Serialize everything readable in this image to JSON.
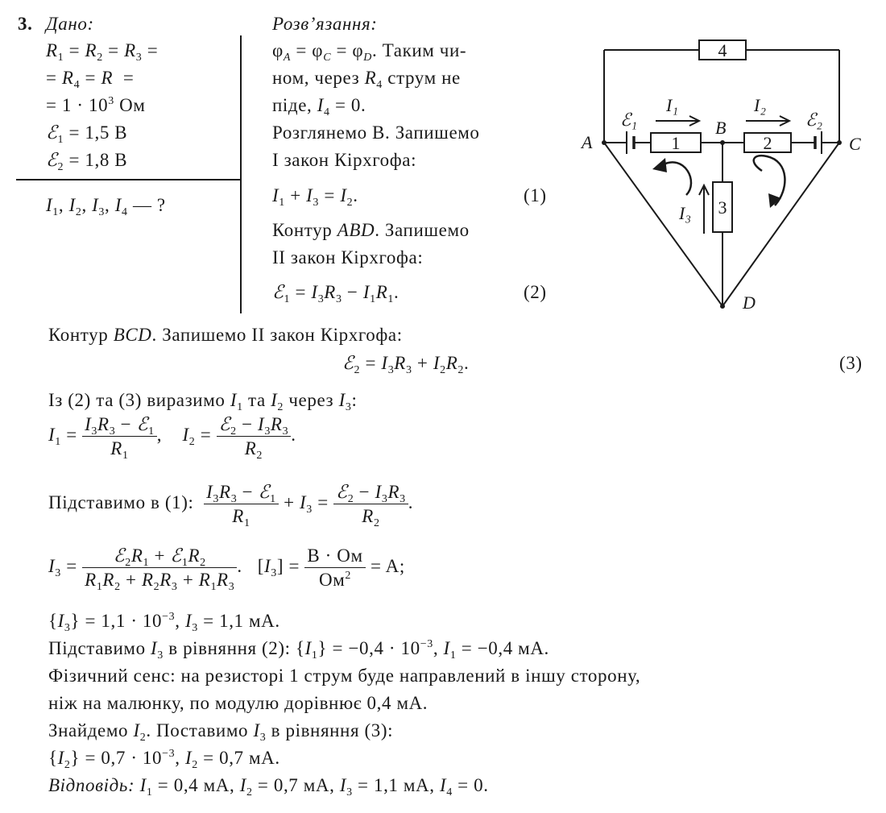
{
  "problem_number": "3.",
  "given": {
    "title": "Дано:",
    "lines": [
      "R₁ = R₂ = R₃ =",
      "= R₄ = R =",
      "= 1 · 10³ Ом",
      "ℰ₁ = 1,5 В",
      "ℰ₂ = 1,8 В"
    ],
    "find": "I₁, I₂, I₃, I₄ — ?"
  },
  "solution": {
    "title": "Розв’язання:",
    "lines": [
      "φA = φC = φD. Таким чи-",
      "ном, через R₄ струм не",
      "піде, I₄ = 0.",
      "Розглянемо B. Запишемо",
      "I закон Кірхгофа:"
    ],
    "eq1": "I₁ + I₃ = I₂.",
    "eq1_num": "(1)",
    "contour_abd": "Контур ABD. Запишемо",
    "law2_line": "II закон Кірхгофа:",
    "eq2": "ℰ₁ = I₃R₃ − I₁R₁.",
    "eq2_num": "(2)",
    "contour_bcd": "Контур BCD. Запишемо II закон Кірхгофа:",
    "eq3": "ℰ₂ = I₃R₃ + I₂R₂.",
    "eq3_num": "(3)",
    "express_line": "Із (2) та (3) виразимо I₁ та I₂ через I₃:",
    "i1_expr": "I₁ = (I₃R₃ − ℰ₁) / R₁",
    "i2_expr": "I₂ = (ℰ₂ − I₃R₃) / R₂",
    "substitute_label": "Підставимо в (1):",
    "substitute_expr": "(I₃R₃ − ℰ₁)/R₁ + I₃ = (ℰ₂ − I₃R₃)/R₂",
    "i3_expr": "I₃ = (ℰ₂R₁ + ℰ₁R₂) / (R₁R₂ + R₂R₃ + R₁R₃)",
    "units_expr": "[I₃] = В · Ом / Ом² = A;",
    "i3_value": "{I₃} = 1,1 · 10⁻³, I₃ = 1,1 мА.",
    "sub_i3": "Підставимо I₃ в рівняння (2): {I₁} = −0,4 · 10⁻³, I₁ = −0,4 мА.",
    "physical_1": "Фізичний сенс: на резисторі 1 струм буде направлений в іншу сторону,",
    "physical_2": "ніж на малюнку, по модулю дорівнює 0,4 мА.",
    "find_i2": "Знайдемо I₂. Поставимо I₃ в рівняння (3):",
    "i2_value": "{I₂} = 0,7 · 10⁻³, I₂ = 0,7 мА.",
    "answer_label": "Відповідь:",
    "answer": "I₁ = 0,4 мА, I₂ = 0,7 мА, I₃ = 1,1 мА, I₄ = 0."
  },
  "circuit": {
    "node_a": "A",
    "node_b": "B",
    "node_c": "C",
    "node_d": "D",
    "r1_label": "1",
    "r2_label": "2",
    "r3_label": "3",
    "r4_label": "4",
    "i1_label": "I₁",
    "i2_label": "I₂",
    "i3_label": "I₃",
    "e1_label": "ℰ₁",
    "e2_label": "ℰ₂"
  }
}
